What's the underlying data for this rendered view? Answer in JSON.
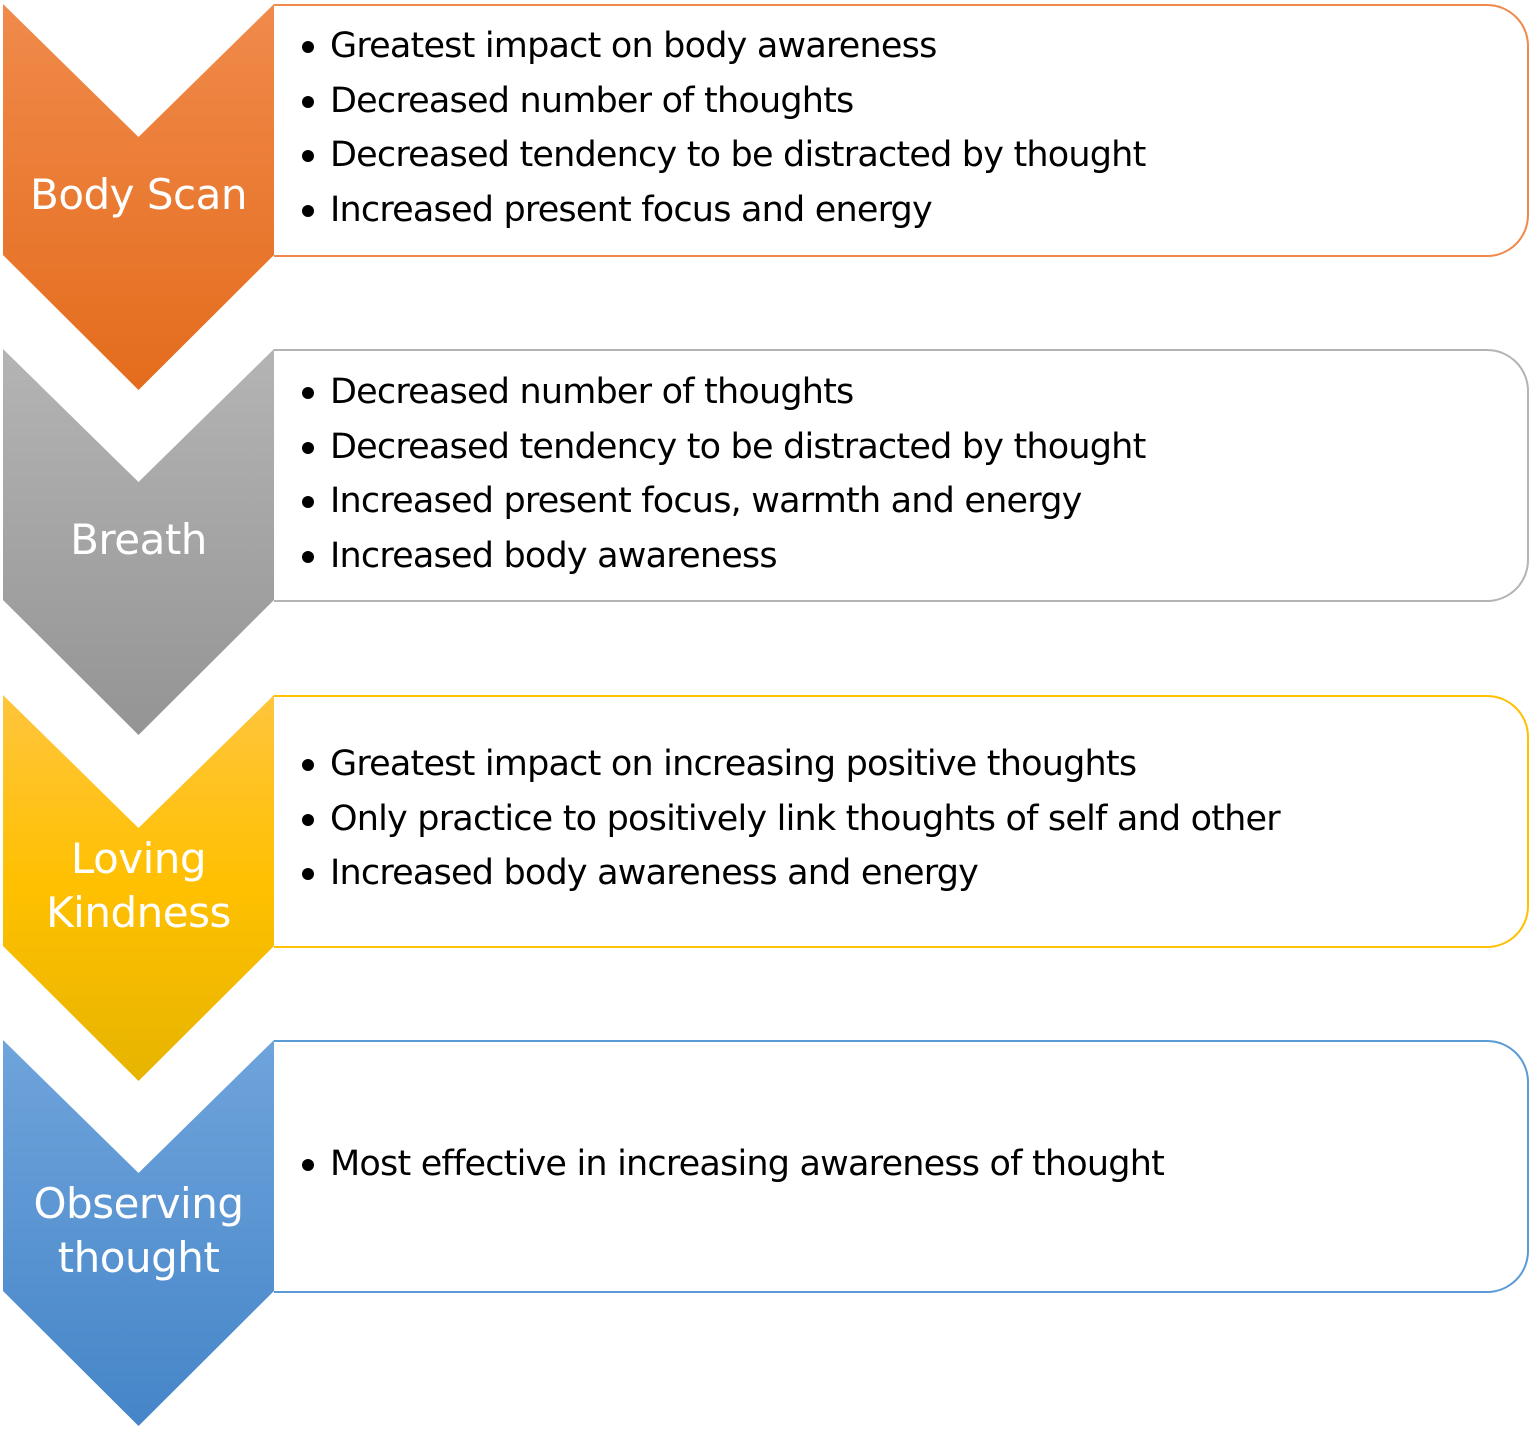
{
  "diagram": {
    "type": "chevron-list",
    "rows": [
      {
        "label_lines": [
          "Body Scan"
        ],
        "colors": {
          "top": "#F08A4B",
          "bottom": "#E46C1C",
          "border": "#F08A4B"
        },
        "bullets": [
          "Greatest impact on body awareness",
          "Decreased number of thoughts",
          "Decreased tendency to be distracted by thought",
          "Increased present focus and energy"
        ]
      },
      {
        "label_lines": [
          "Breath"
        ],
        "colors": {
          "top": "#B4B4B4",
          "bottom": "#949494",
          "border": "#B4B4B4"
        },
        "bullets": [
          "Decreased number of thoughts",
          "Decreased tendency to be distracted by thought",
          "Increased present focus, warmth and energy",
          "Increased body awareness"
        ]
      },
      {
        "label_lines": [
          "Loving",
          "Kindness"
        ],
        "colors": {
          "top": "#FFC53D",
          "bottom": "#E6B400",
          "border": "#FFC000"
        },
        "bullets": [
          "Greatest impact on increasing positive thoughts",
          "Only practice to positively link thoughts of self and other",
          "Increased body awareness and energy"
        ]
      },
      {
        "label_lines": [
          "Observing",
          "thought"
        ],
        "colors": {
          "top": "#6FA4DC",
          "bottom": "#4585C8",
          "border": "#5B9BD5"
        },
        "bullets": [
          "Most effective in increasing awareness of thought"
        ]
      }
    ]
  }
}
